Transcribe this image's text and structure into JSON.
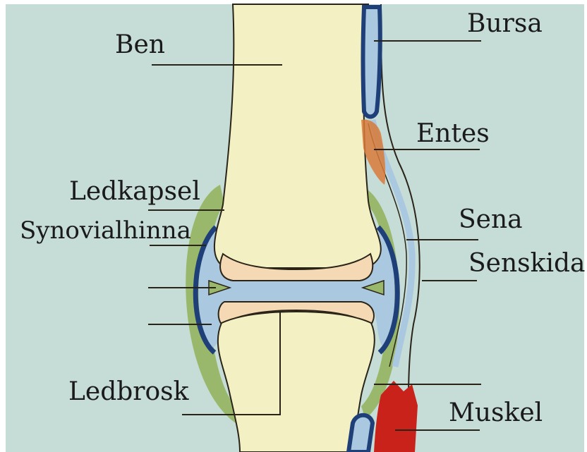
{
  "labels": {
    "ben": "Ben",
    "bursa": "Bursa",
    "entes": "Entes",
    "ledkapsel": "Ledkapsel",
    "synovialhinna": "Synovialhinna",
    "sena": "Sena",
    "senskida": "Senskida",
    "ledbrosk": "Ledbrosk",
    "muskel": "Muskel"
  },
  "colors": {
    "background": "#c5dcd7",
    "bone": "#f3f0c4",
    "cartilage": "#f4d9b4",
    "capsule": "#9ab86b",
    "synovial_membrane": "#1f3f78",
    "joint_fluid": "#aac8df",
    "muscle": "#c8221a",
    "enthesis": "#d87a3a",
    "outline": "#2a2418"
  }
}
